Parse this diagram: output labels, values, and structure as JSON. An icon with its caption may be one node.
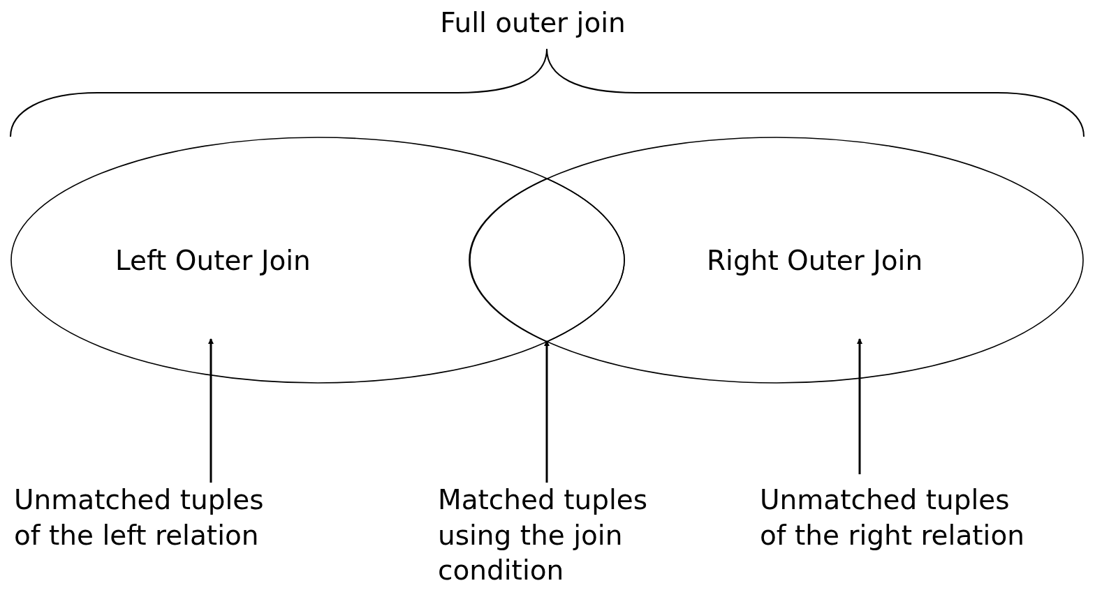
{
  "diagram": {
    "nodes": [
      {
        "text": [
          "Left Outer Join"
        ]
      },
      {
        "text": [
          "Right Outer Join"
        ]
      },
      {
        "text": [
          "Unmatched tuples of the left relation"
        ]
      },
      {
        "text": [
          "Matched tuples using the join condition"
        ]
      },
      {
        "text": [
          "Unmatched tuples of the right relation"
        ]
      },
      {
        "text": [],
        "shape": "lens"
      }
    ],
    "edges": [
      {
        "from": 2,
        "to": 0,
        "arrow": "to"
      },
      {
        "from": 3,
        "to": 5,
        "arrow": "to"
      },
      {
        "from": 4,
        "to": 1,
        "arrow": "to"
      }
    ],
    "labels": [
      "Full outer join"
    ]
  }
}
